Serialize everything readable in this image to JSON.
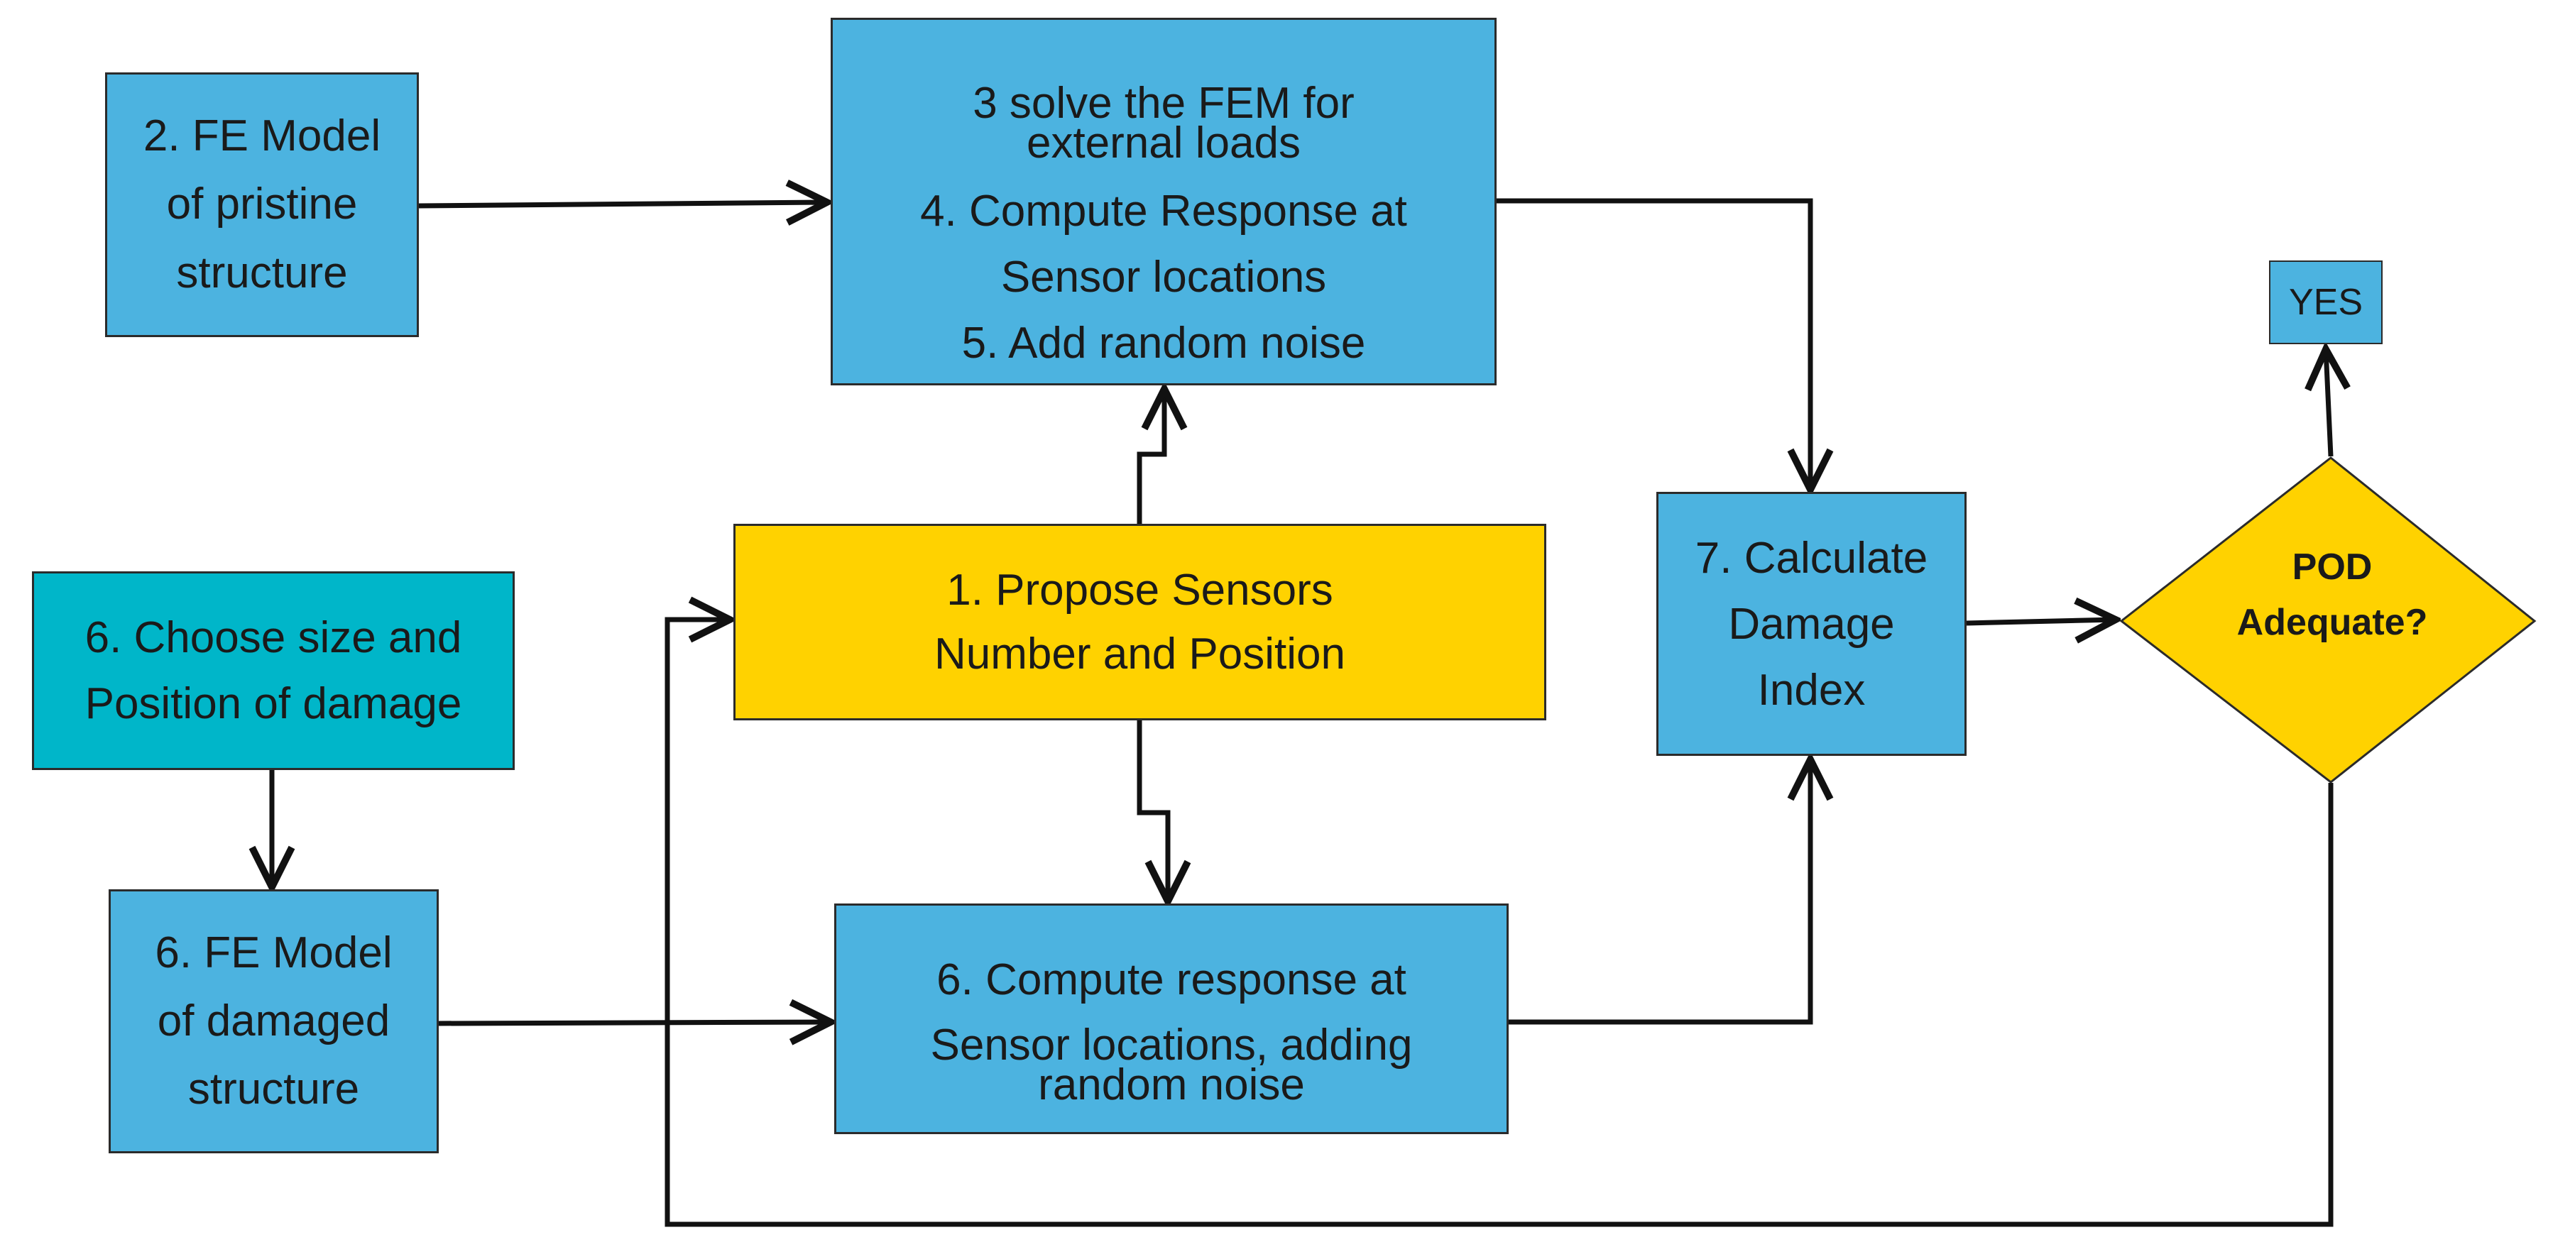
{
  "nodes": {
    "pristine_model": {
      "lines": [
        "2. FE Model",
        "of pristine",
        "structure"
      ]
    },
    "solve_fem": {
      "step3": [
        "3 solve the FEM for",
        "external loads"
      ],
      "step4": [
        "4.  Compute Response at",
        "Sensor locations"
      ],
      "step5": "5. Add random noise"
    },
    "yes": "YES",
    "choose_damage": {
      "lines": [
        "6. Choose size and",
        "Position of damage"
      ]
    },
    "propose_sensors": {
      "lines": [
        "1. Propose Sensors",
        "Number and Position"
      ]
    },
    "damage_index": {
      "lines": [
        "7. Calculate",
        "Damage",
        "Index"
      ]
    },
    "pod_decision": {
      "lines": [
        "POD",
        "Adequate?"
      ]
    },
    "damaged_model": {
      "lines": [
        "6. FE Model",
        "of damaged",
        "structure"
      ]
    },
    "compute_damaged": {
      "line1": "6. Compute response at",
      "line2": [
        "Sensor locations, adding",
        "random noise"
      ]
    }
  },
  "colors": {
    "process_blue": "#4cb3e0",
    "input_teal": "#00b6c9",
    "sensor_yellow": "#ffd200",
    "line": "#111111"
  }
}
